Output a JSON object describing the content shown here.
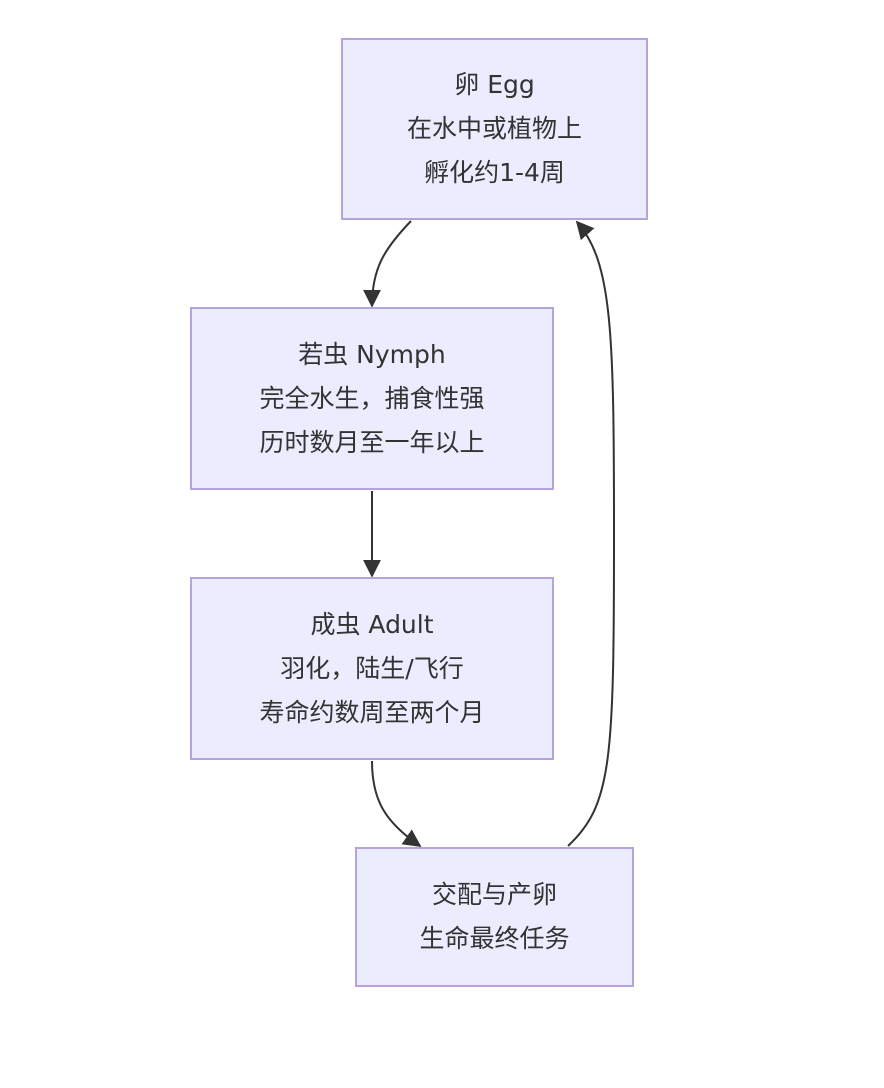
{
  "diagram": {
    "nodes": [
      {
        "id": "egg",
        "lines": [
          "卵 Egg",
          "在水中或植物上",
          "孵化约1-4周"
        ]
      },
      {
        "id": "nymph",
        "lines": [
          "若虫 Nymph",
          "完全水生，捕食性强",
          "历时数月至一年以上"
        ]
      },
      {
        "id": "adult",
        "lines": [
          "成虫 Adult",
          "羽化，陆生/飞行",
          "寿命约数周至两个月"
        ]
      },
      {
        "id": "mating",
        "lines": [
          "交配与产卵",
          "生命最终任务"
        ]
      }
    ],
    "edges": [
      {
        "from": "egg",
        "to": "nymph"
      },
      {
        "from": "nymph",
        "to": "adult"
      },
      {
        "from": "adult",
        "to": "mating"
      },
      {
        "from": "mating",
        "to": "egg"
      }
    ],
    "colors": {
      "node_fill": "#ECECFF",
      "node_border": "#B7A3DC",
      "text": "#333333",
      "edge": "#333333"
    }
  }
}
